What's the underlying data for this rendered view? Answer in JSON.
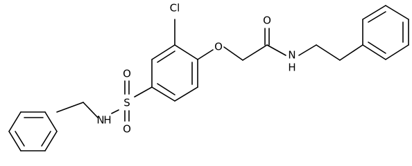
{
  "labels": {
    "cl": "Cl",
    "ether_o": "O",
    "carbonyl_o": "O",
    "amide_nh": "N\nH",
    "amide_n": "N",
    "amide_h": "H",
    "sulfonamide_nh_n": "N",
    "sulfonamide_nh_h": "H",
    "sulfur": "S",
    "sulfonyl_o_top": "O",
    "sulfonyl_o_bottom": "O"
  }
}
